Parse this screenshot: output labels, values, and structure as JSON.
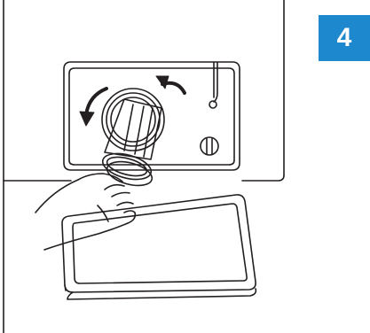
{
  "step": {
    "number": "4",
    "badge_color": "#1e88cf"
  },
  "figure": {
    "line_color": "#231f20",
    "subject": "washing-machine-drain-filter-removal",
    "parts": [
      "washer-body",
      "filter-cover-panel",
      "drain-filter",
      "drain-hose",
      "hose-cap",
      "hand",
      "drain-tray"
    ],
    "rotation": "counterclockwise"
  }
}
